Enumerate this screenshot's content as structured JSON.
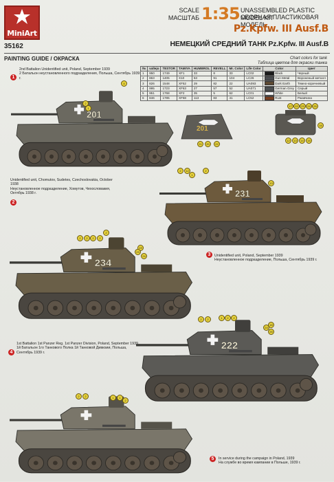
{
  "brand": {
    "name": "MiniArt",
    "catalog": "35162"
  },
  "scale": {
    "label_en": "SCALE",
    "label_ru": "МАСШТАБ",
    "value": "1:35"
  },
  "kit": {
    "en": "UNASSEMBLED PLASTIC MODEL KIT",
    "ru": "СБОРНАЯ ПЛАСТИКОВАЯ МОДЕЛЬ"
  },
  "title": {
    "en": "Pz.Kpfw. III Ausf.B",
    "ru": "НЕМЕЦКИЙ СРЕДНИЙ ТАНК Pz.Kpfw. III Ausf.B"
  },
  "guide_label": "PAINTING GUIDE / ОКРАСКА",
  "chart": {
    "title_en": "Chart colors for tank",
    "title_ru": "Таблица цветов для окраски танка"
  },
  "color_table": {
    "headers": [
      "№",
      "vallejo",
      "TESTOR",
      "TAMIYA",
      "HUMBROL",
      "REVELL",
      "Mr. Color",
      "Life Color",
      "Color",
      "Цвет"
    ],
    "rows": [
      {
        "cells": [
          "1",
          "950",
          "1749",
          "XF1",
          "33",
          "8",
          "33",
          "LC02",
          "Black",
          "Черный"
        ],
        "swatch": "#1a1a1a"
      },
      {
        "cells": [
          "2",
          "863",
          "1405",
          "X10",
          "53",
          "91",
          "104",
          "LC26",
          "Gun Metal",
          "Вороненый металл"
        ],
        "swatch": "#4a4c50"
      },
      {
        "cells": [
          "3",
          "826",
          "1548",
          "XF52",
          "29",
          "82",
          "22",
          "UA093",
          "Dark Earth",
          "Темно-коричневый"
        ],
        "swatch": "#5e4a32"
      },
      {
        "cells": [
          "4",
          "995",
          "1723",
          "XF63",
          "27",
          "57",
          "52",
          "UA071",
          "German Grey",
          "Серый"
        ],
        "swatch": "#4c5052"
      },
      {
        "cells": [
          "5",
          "951",
          "1768",
          "XF2",
          "35",
          "5",
          "62",
          "LC01",
          "White",
          "Белый"
        ],
        "swatch": "#f4f4f4"
      },
      {
        "cells": [
          "6",
          "846",
          "1785",
          "XF68",
          "113",
          "83",
          "41",
          "LC52",
          "Rust",
          "Ржавчина"
        ],
        "swatch": "#7a3f20"
      }
    ]
  },
  "profiles": [
    {
      "num": "1",
      "en": "2nd Battalion Unidentified unit, Poland, September 1939",
      "ru": "2 Батальон неустановленного подразделения, Польша, Сентябрь 1939 г.",
      "number": "201"
    },
    {
      "num": "2",
      "en": "Unidentified unit, Chomutov, Sudetes, Czechoslovakia, October 1938",
      "ru": "Неустановленное подразделение, Хомутов, Чехословакия, Октябрь 1938 г.",
      "number": "231"
    },
    {
      "num": "3",
      "en": "Unidentified unit, Poland, September 1939",
      "ru": "Неустановленное подразделение, Польша, Сентябрь 1939 г.",
      "number": "234"
    },
    {
      "num": "4",
      "en": "1st Battalion 1st Panzer Reg. 1st Panzer Division, Poland, September 1939",
      "ru": "1й Батальон 1го Танкового Полка 1й Танковой Дивизии, Польша, Сентябрь 1939 г.",
      "number": "222"
    },
    {
      "num": "5",
      "en": "In service during the campaign in Poland, 1939",
      "ru": "На службе во время кампании в Польше, 1939 г.",
      "number": ""
    }
  ],
  "callouts": {
    "p1": [
      "4",
      "1",
      "2"
    ],
    "p1_extra": [
      "17",
      "22",
      "23",
      "24",
      "25",
      "16",
      "15",
      "14",
      "13",
      "12"
    ],
    "p1_side": [
      "21",
      "20",
      "22"
    ],
    "p2": [
      "2",
      "12",
      "1",
      "2",
      "13"
    ],
    "p3": [
      "2",
      "2",
      "2",
      "2",
      "2",
      "19",
      "24",
      "23"
    ],
    "p4": [
      "2",
      "2",
      "1",
      "2",
      "2",
      "18",
      "25",
      "24"
    ],
    "p5": [
      "2",
      "2",
      "1",
      "1",
      "2"
    ]
  },
  "colors": {
    "accent": "#c05a12",
    "brand": "#b8302a",
    "badge": "#cc2222",
    "grey": "#5c5c56",
    "brown": "#6e5a3e"
  }
}
